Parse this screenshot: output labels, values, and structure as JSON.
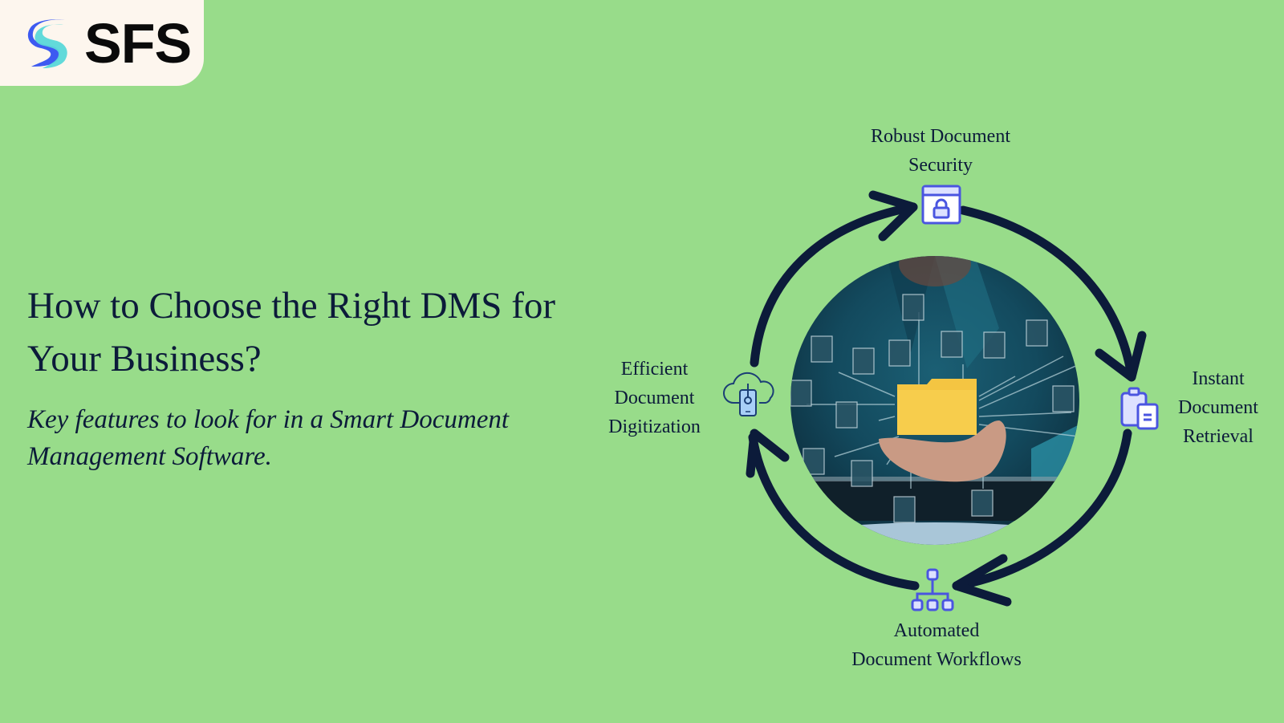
{
  "brand": {
    "name": "SFS",
    "logo_icon": "sfs-s-logo-icon",
    "colors": {
      "primary_blue": "#3d5af1",
      "accent_teal": "#5ad8d8",
      "card_bg": "#fdf6ee"
    }
  },
  "page": {
    "background_color": "#98dc8a",
    "text_color": "#0c1b3a"
  },
  "hero": {
    "title_line1": "How to Choose the Right DMS for",
    "title_line2": "Your Business?",
    "subtitle_line1": "Key features to look for in a Smart Document",
    "subtitle_line2": "Management Software."
  },
  "cycle": {
    "arrow_color": "#0c1b3a",
    "icon_color": "#4a55e0",
    "icon_fill": "#dde1ff",
    "center_image": "person-holding-folder-with-document-network-photo",
    "features": [
      {
        "id": "security",
        "icon": "lock-window-icon",
        "lines": [
          "Robust Document",
          "Security"
        ]
      },
      {
        "id": "retrieval",
        "icon": "clipboard-document-icon",
        "lines": [
          "Instant",
          "Document",
          "Retrieval"
        ]
      },
      {
        "id": "workflows",
        "icon": "org-chart-workflow-icon",
        "lines": [
          "Automated",
          "Document Workflows"
        ]
      },
      {
        "id": "digitization",
        "icon": "cloud-key-device-icon",
        "lines": [
          "Efficient",
          "Document",
          "Digitization"
        ]
      }
    ]
  }
}
